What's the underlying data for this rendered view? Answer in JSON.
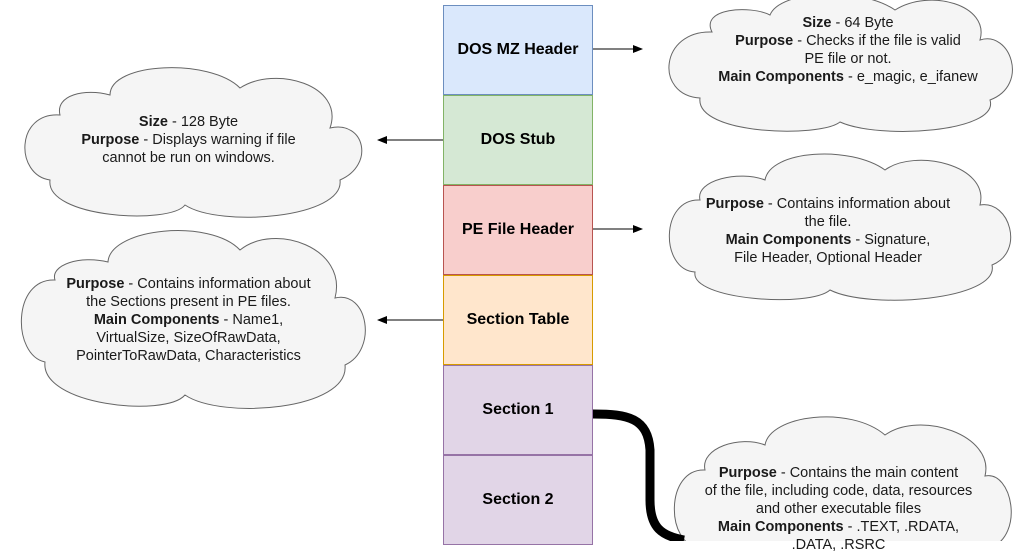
{
  "blocks": [
    {
      "label": "DOS MZ Header",
      "fill": "#dae8fc",
      "stroke": "#6c8ebf"
    },
    {
      "label": "DOS Stub",
      "fill": "#d5e8d4",
      "stroke": "#82b366"
    },
    {
      "label": "PE File Header",
      "fill": "#f8cecc",
      "stroke": "#b85450"
    },
    {
      "label": "Section Table",
      "fill": "#ffe6cc",
      "stroke": "#d79b00"
    },
    {
      "label": "Section 1",
      "fill": "#e1d5e7",
      "stroke": "#9673a6"
    },
    {
      "label": "Section 2",
      "fill": "#e1d5e7",
      "stroke": "#9673a6"
    }
  ],
  "clouds": {
    "dos_mz": {
      "l1_b": "Size",
      "l1": " - 64 Byte",
      "l2_b": "Purpose",
      "l2": " - Checks if the file is valid",
      "l3": "PE file or not.",
      "l4_b": "Main Components",
      "l4": " - e_magic, e_ifanew"
    },
    "dos_stub": {
      "l1_b": "Size",
      "l1": " - 128 Byte",
      "l2_b": "Purpose",
      "l2": " - Displays warning if file",
      "l3": "cannot be run on windows."
    },
    "pe_header": {
      "l1_b": "Purpose",
      "l1": " - Contains information about",
      "l2": "the file.",
      "l3_b": "Main Components",
      "l3": " - Signature,",
      "l4": "File Header, Optional Header"
    },
    "section_table": {
      "l1_b": "Purpose",
      "l1": " - Contains information about",
      "l2": "the Sections present in PE files.",
      "l3_b": "Main Components",
      "l3": " - Name1,",
      "l4": "VirtualSize, SizeOfRawData,",
      "l5": "PointerToRawData, Characteristics"
    },
    "sections": {
      "l1_b": "Purpose",
      "l1": " - Contains the main content",
      "l2": "of the file, including code, data, resources",
      "l3": "and other executable files",
      "l4_b": "Main Components",
      "l4": " - .TEXT, .RDATA,",
      "l5": ".DATA, .RSRC"
    }
  },
  "colors": {
    "cloud_fill": "#f5f5f5",
    "cloud_stroke": "#666666",
    "arrow": "#000000"
  }
}
